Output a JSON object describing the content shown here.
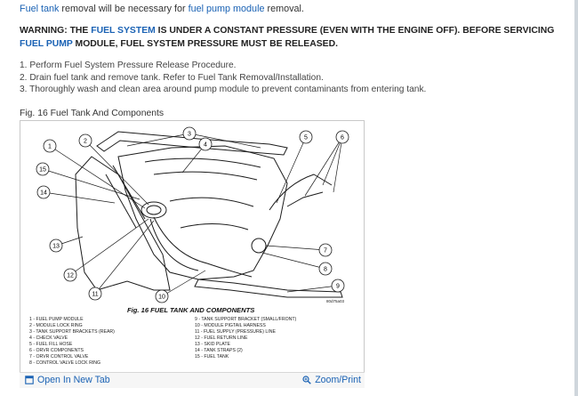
{
  "intro": {
    "link1": "Fuel tank",
    "text1": " removal will be necessary for ",
    "link2": "fuel pump module",
    "text2": " removal."
  },
  "warning": {
    "part1": "WARNING: THE ",
    "link1": "FUEL SYSTEM",
    "part2": " IS UNDER A CONSTANT PRESSURE (EVEN WITH THE ENGINE OFF). BEFORE SERVICING ",
    "link2": "FUEL PUMP",
    "part3": " MODULE, FUEL SYSTEM PRESSURE MUST BE RELEASED."
  },
  "steps": [
    "1. Perform Fuel System Pressure Release Procedure.",
    "2. Drain fuel tank and remove tank. Refer to Fuel Tank Removal/Installation.",
    "3. Thoroughly wash and clean area around pump module to prevent contaminants from entering tank."
  ],
  "figure": {
    "caption": "Fig. 16 Fuel Tank And Components",
    "title": "Fig. 16 FUEL TANK AND COMPONENTS",
    "code": "80d75a03",
    "callouts": [
      "1",
      "2",
      "3",
      "4",
      "5",
      "6",
      "7",
      "8",
      "9",
      "10",
      "11",
      "12",
      "13",
      "14",
      "15"
    ],
    "legend_left": [
      "1 - FUEL PUMP MODULE",
      "2 - MODULE LOCK RING",
      "3 - TANK SUPPORT BRACKETS (REAR)",
      "4 - CHECK VALVE",
      "5 - FUEL FILL HOSE",
      "6 - ORVR COMPONENTS",
      "7 - ORVR CONTROL VALVE",
      "8 - CONTROL VALVE LOCK RING"
    ],
    "legend_right": [
      "9 - TANK SUPPORT BRACKET (SMALL/FRONT)",
      "10 - MODULE PIGTAIL HARNESS",
      "11 - FUEL SUPPLY (PRESSURE) LINE",
      "12 - FUEL RETURN LINE",
      "13 - SKID PLATE",
      "14 - TANK STRAPS (2)",
      "15 - FUEL TANK"
    ]
  },
  "toolbar": {
    "open_label": "Open In New Tab",
    "zoom_label": "Zoom/Print"
  }
}
